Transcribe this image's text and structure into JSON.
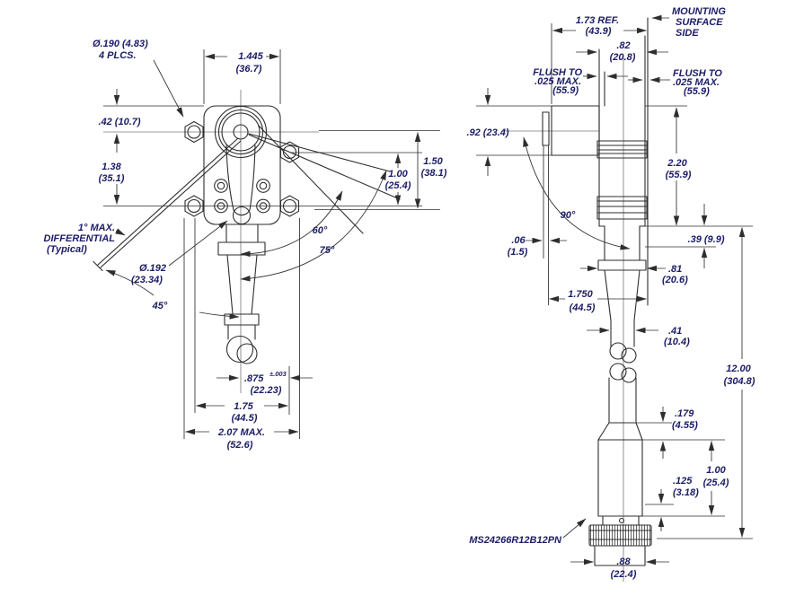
{
  "left_view": {
    "hole_callout_1": "Ø.190 (4.83)",
    "hole_callout_2": "4 PLCS.",
    "d42": ".42 (10.7)",
    "d138_in": "1.38",
    "d138_mm": "(35.1)",
    "w1445_in": "1.445",
    "w1445_mm": "(36.7)",
    "diff_1": "1° MAX.",
    "diff_2": "DIFFERENTIAL",
    "diff_3": "(Typical)",
    "lever_dia_in": "Ø.192",
    "lever_dia_mm": "(23.34)",
    "a45": "45°",
    "a60": "60°",
    "a75": "75°",
    "d100_in": "1.00",
    "d100_mm": "(25.4)",
    "d150_in": "1.50",
    "d150_mm": "(38.1)",
    "d875_in": ".875",
    "d875_tol": "±.003",
    "d875_mm": "(22.23)",
    "d175_in": "1.75",
    "d175_mm": "(44.5)",
    "d207_in": "2.07 MAX.",
    "d207_mm": "(52.6)"
  },
  "right_view": {
    "mount_1": "MOUNTING",
    "mount_2": "SURFACE",
    "mount_3": "SIDE",
    "d173_in": "1.73 REF.",
    "d173_mm": "(43.9)",
    "d82_in": ".82",
    "d82_mm": "(20.8)",
    "flushL_1": "FLUSH TO",
    "flushL_2": ".025 MAX.",
    "flushL_3": "(55.9)",
    "flushR_1": "FLUSH TO",
    "flushR_2": ".025 MAX.",
    "flushR_3": "(55.9)",
    "d92": ".92 (23.4)",
    "d220_in": "2.20",
    "d220_mm": "(55.9)",
    "a90": "90°",
    "d06_in": ".06",
    "d06_mm": "(1.5)",
    "d39": ".39 (9.9)",
    "d81_in": ".81",
    "d81_mm": "(20.6)",
    "d1750_in": "1.750",
    "d1750_mm": "(44.5)",
    "d41_in": ".41",
    "d41_mm": "(10.4)",
    "d1200_in": "12.00",
    "d1200_mm": "(304.8)",
    "d179_in": ".179",
    "d179_mm": "(4.55)",
    "d100b_in": "1.00",
    "d100b_mm": "(25.4)",
    "d125_in": ".125",
    "d125_mm": "(3.18)",
    "connector": "MS24266R12B12PN",
    "d88_in": ".88",
    "d88_mm": "(22.4)"
  }
}
